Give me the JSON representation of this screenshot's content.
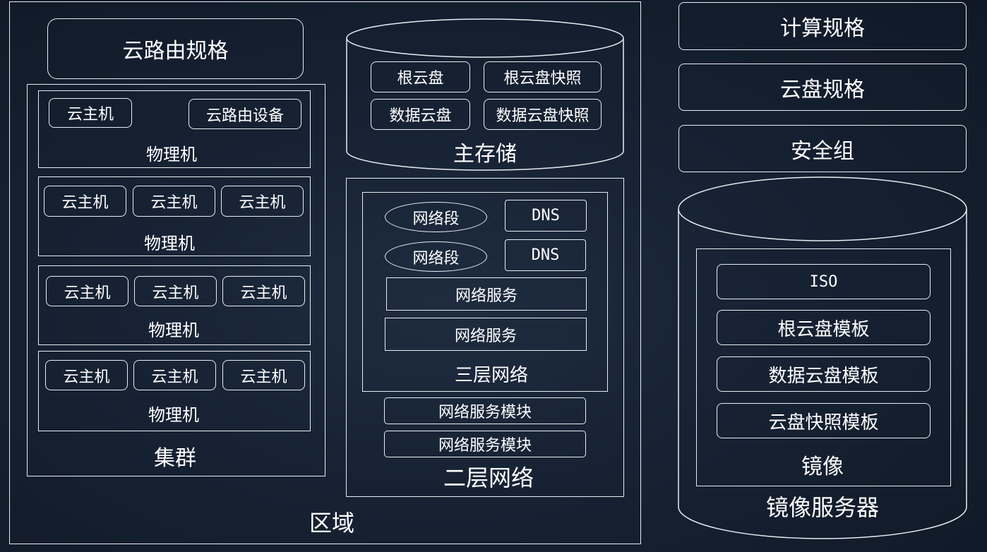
{
  "region": {
    "label": "区域",
    "router_spec": "云路由规格",
    "cluster": {
      "label": "集群",
      "hosts": [
        {
          "label": "物理机",
          "vms": [
            "云主机"
          ],
          "router_device": "云路由设备"
        },
        {
          "label": "物理机",
          "vms": [
            "云主机",
            "云主机",
            "云主机"
          ]
        },
        {
          "label": "物理机",
          "vms": [
            "云主机",
            "云主机",
            "云主机"
          ]
        },
        {
          "label": "物理机",
          "vms": [
            "云主机",
            "云主机",
            "云主机"
          ]
        }
      ]
    },
    "primary_storage": {
      "label": "主存储",
      "items": [
        "根云盘",
        "根云盘快照",
        "数据云盘",
        "数据云盘快照"
      ]
    },
    "l2_network": {
      "label": "二层网络",
      "l3_network": {
        "label": "三层网络",
        "ip_ranges": [
          "网络段",
          "网络段"
        ],
        "dns": [
          "DNS",
          "DNS"
        ],
        "services": [
          "网络服务",
          "网络服务"
        ]
      },
      "service_modules": [
        "网络服务模块",
        "网络服务模块"
      ]
    }
  },
  "specs": {
    "compute": "计算规格",
    "disk": "云盘规格",
    "security_group": "安全组"
  },
  "image_server": {
    "label": "镜像服务器",
    "image": {
      "label": "镜像",
      "items": [
        "ISO",
        "根云盘模板",
        "数据云盘模板",
        "云盘快照模板"
      ]
    }
  }
}
